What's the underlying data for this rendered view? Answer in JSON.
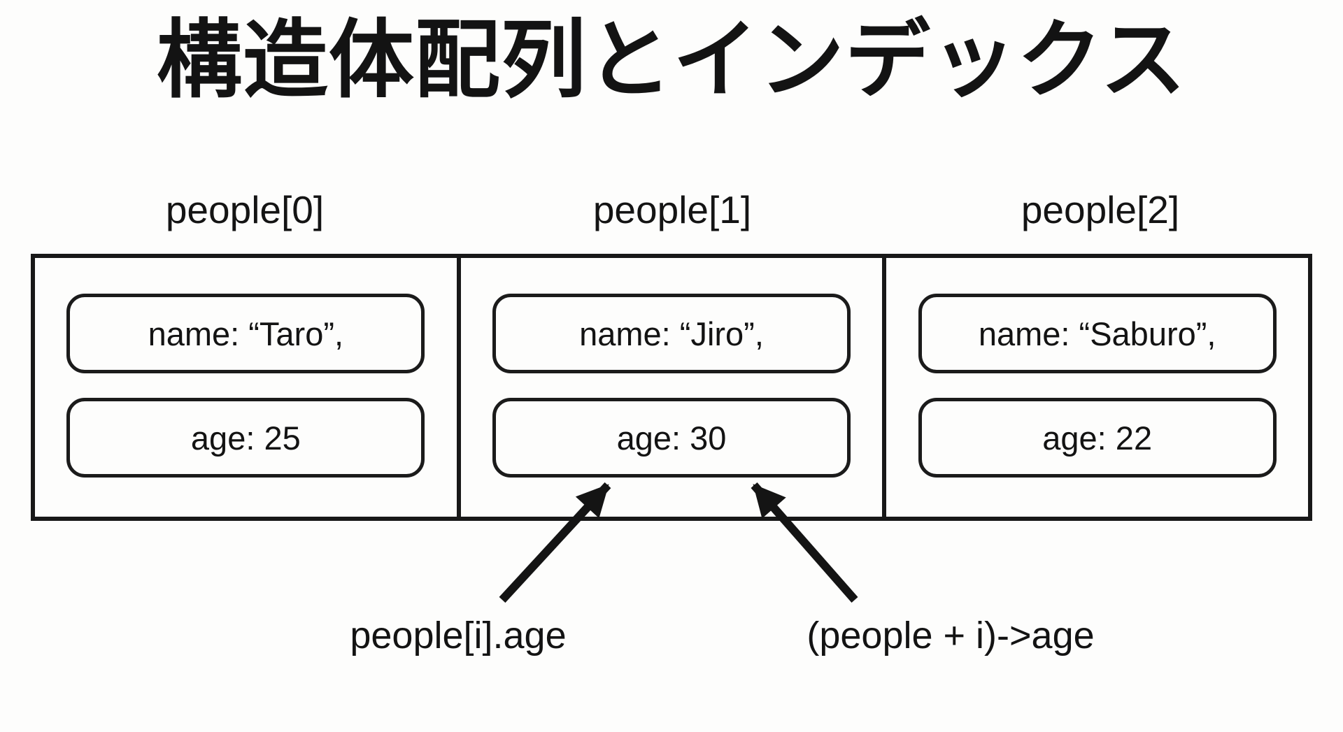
{
  "title": "構造体配列とインデックス",
  "array": {
    "elements": [
      {
        "index_label": "people[0]",
        "name_field": "name: “Taro”,",
        "age_field": "age: 25"
      },
      {
        "index_label": "people[1]",
        "name_field": "name: “Jiro”,",
        "age_field": "age: 30"
      },
      {
        "index_label": "people[2]",
        "name_field": "name: “Saburo”,",
        "age_field": "age: 22"
      }
    ]
  },
  "annotations": {
    "index_access_label": "people[i].age",
    "pointer_access_label": "(people + i)->age"
  },
  "colors": {
    "ink": "#181818",
    "background": "#fdfdfc"
  }
}
